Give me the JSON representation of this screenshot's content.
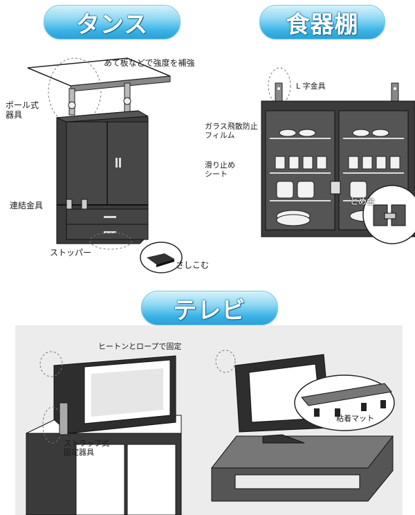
{
  "sections": {
    "tansu": {
      "title": "タンス",
      "labels": {
        "brace_plate": "あて板などで強度を補強",
        "pole": "ポール式\n器具",
        "connector": "連結金具",
        "stopper": "ストッパー",
        "wedge": "さしこむ"
      }
    },
    "shokkidana": {
      "title": "食器棚",
      "labels": {
        "l_bracket": "L 字金具",
        "glass_film": "ガラス飛散防止\nフィルム",
        "anti_slip": "滑り止め\nシート",
        "latch": "とめ金"
      }
    },
    "tv": {
      "title": "テレビ",
      "labels": {
        "hook_rope": "ヒートンとロープで固定",
        "strap": "ストラップ式\n固定器具",
        "adhesive_mat": "粘着マット"
      }
    }
  },
  "colors": {
    "pill_gradient_top": "#d6f2fc",
    "pill_gradient_bottom": "#2ba1d8",
    "furniture_dark": "#3b3b3b",
    "panel_gray": "#ececec"
  }
}
